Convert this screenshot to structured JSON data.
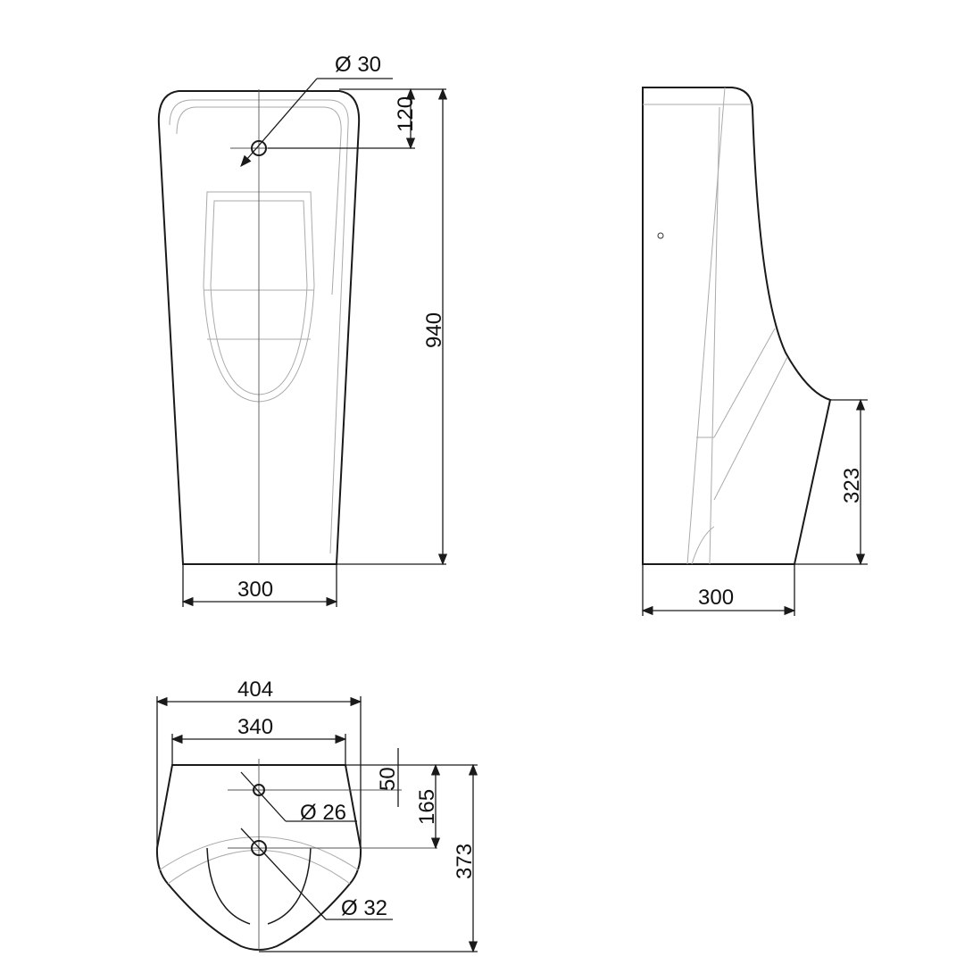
{
  "front_view": {
    "hole_diameter": "Ø 30",
    "hole_offset_top": "120",
    "total_height": "940",
    "base_width": "300"
  },
  "side_view": {
    "lip_height": "323",
    "depth": "300"
  },
  "top_view": {
    "overall_width": "404",
    "inner_width": "340",
    "offset_50": "50",
    "offset_165": "165",
    "total_depth": "373",
    "hole_small_diameter": "Ø 26",
    "hole_large_diameter": "Ø 32"
  },
  "colors": {
    "outline": "#1a1a1a",
    "detail": "#aaaaaa"
  }
}
